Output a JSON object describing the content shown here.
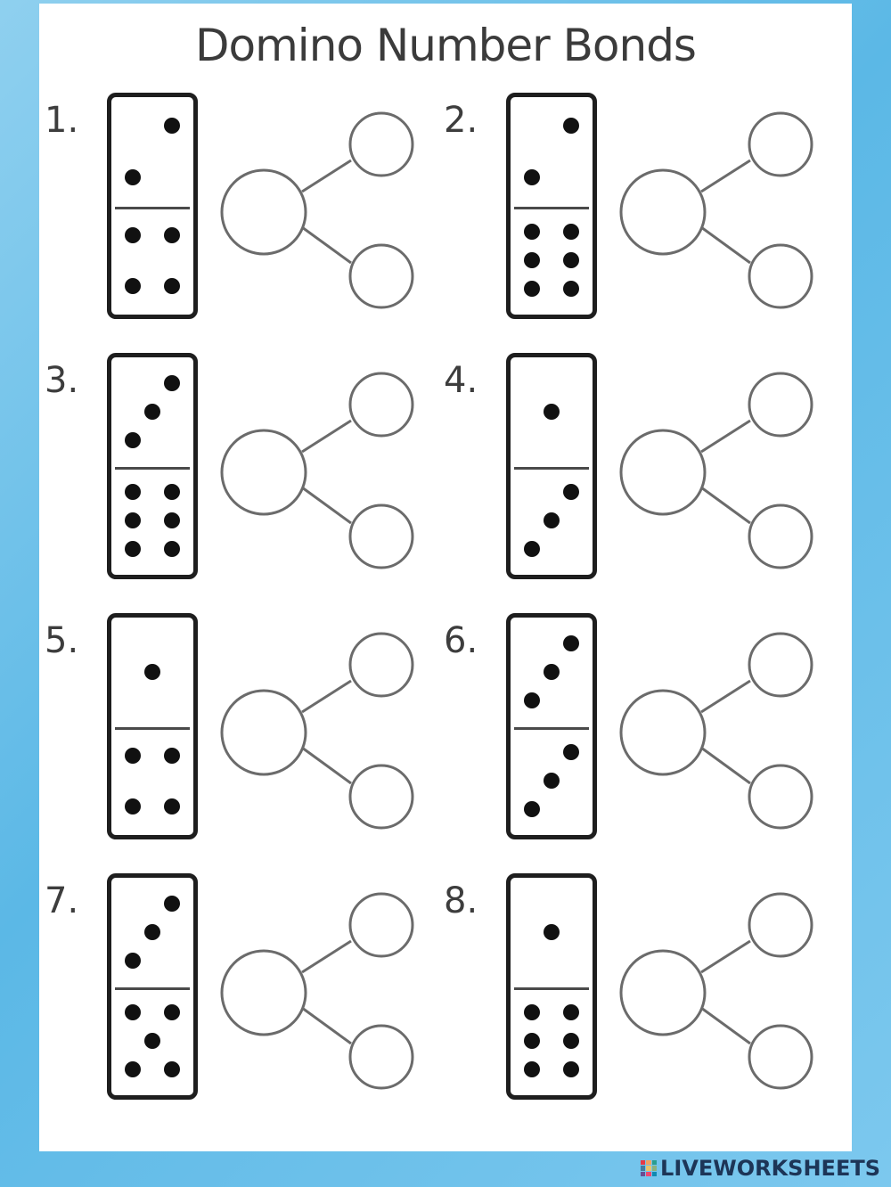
{
  "title": "Domino Number Bonds",
  "problems": [
    {
      "label": "1.",
      "top_pips": 2,
      "bottom_pips": 4
    },
    {
      "label": "2.",
      "top_pips": 2,
      "bottom_pips": 6
    },
    {
      "label": "3.",
      "top_pips": 3,
      "bottom_pips": 6
    },
    {
      "label": "4.",
      "top_pips": 1,
      "bottom_pips": 3
    },
    {
      "label": "5.",
      "top_pips": 1,
      "bottom_pips": 4
    },
    {
      "label": "6.",
      "top_pips": 3,
      "bottom_pips": 3
    },
    {
      "label": "7.",
      "top_pips": 3,
      "bottom_pips": 5
    },
    {
      "label": "8.",
      "top_pips": 1,
      "bottom_pips": 6
    }
  ],
  "footer": {
    "logo_text": "LIVEWORKSHEETS"
  },
  "colors": {
    "background": "#5bb8e6",
    "sheet": "#ffffff",
    "pip": "#111111",
    "logo_text": "#1d3557"
  }
}
